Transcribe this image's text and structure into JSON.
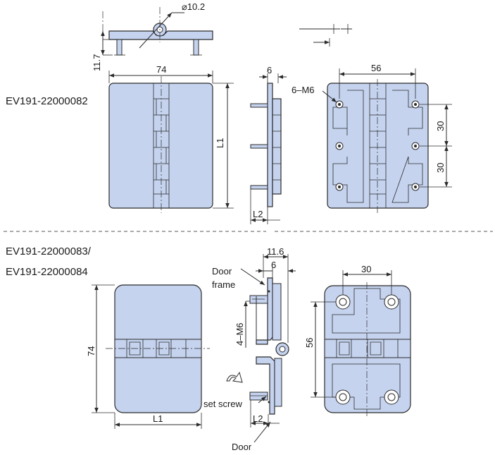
{
  "labels": {
    "model_top": "EV191-22000082",
    "model_bottom_1": "EV191-22000083/",
    "model_bottom_2": "EV191-22000084"
  },
  "dimensions": {
    "pin_dia": "⌀10.2",
    "height_11_7": "11.7",
    "width_74": "74",
    "thick_6": "6",
    "hole_spacing_56": "56",
    "thread_6m6": "6–M6",
    "length_L1": "L1",
    "length_L2": "L2",
    "pitch_30_a": "30",
    "pitch_30_b": "30",
    "b_overall_11_6": "11.6",
    "b_thick_6": "6",
    "b_thread_4m6": "4–M6",
    "b_height_74": "74",
    "b_length_L1": "L1",
    "b_length_L2": "L2",
    "b_spacing_30": "30",
    "b_spacing_56": "56"
  },
  "callouts": {
    "door_frame_1": "Door",
    "door_frame_2": "frame",
    "set_screw": "set screw",
    "door": "Door"
  }
}
